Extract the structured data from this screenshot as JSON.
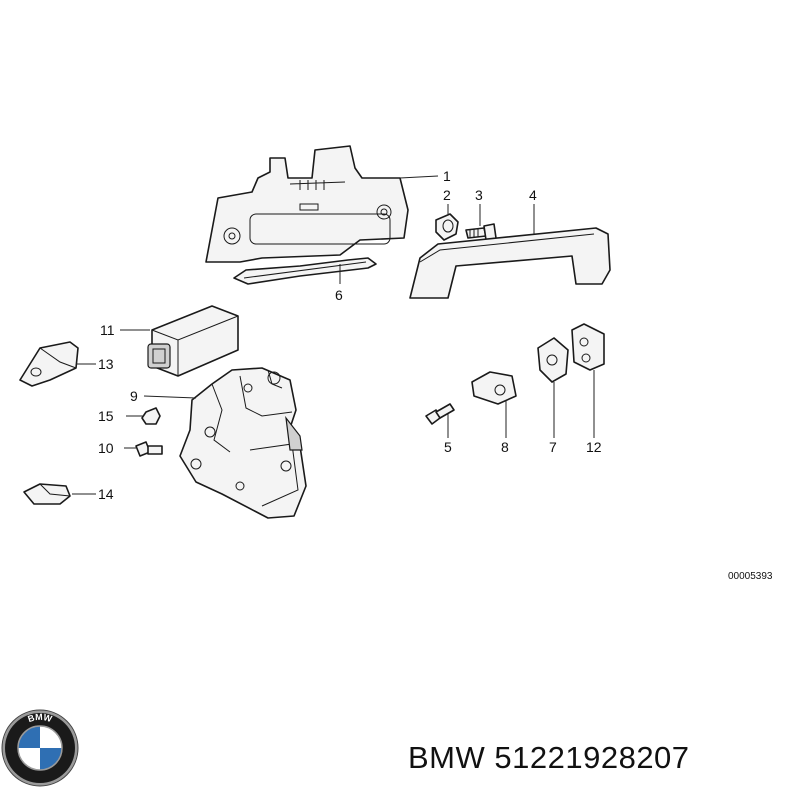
{
  "callouts": {
    "c1": "1",
    "c2": "2",
    "c3": "3",
    "c4": "4",
    "c5": "5",
    "c6": "6",
    "c7": "7",
    "c8": "8",
    "c9": "9",
    "c10": "10",
    "c11": "11",
    "c12": "12",
    "c13": "13",
    "c14": "14",
    "c15": "15"
  },
  "reference_code": "00005393",
  "footer": {
    "brand": "BMW",
    "part_number": "51221928207"
  },
  "logo": {
    "lettering": "BMW",
    "colors": {
      "blue": "#2f6fb3",
      "white": "#ffffff",
      "ring": "#1a1a1a",
      "chrome": "#9a9a9a"
    }
  }
}
